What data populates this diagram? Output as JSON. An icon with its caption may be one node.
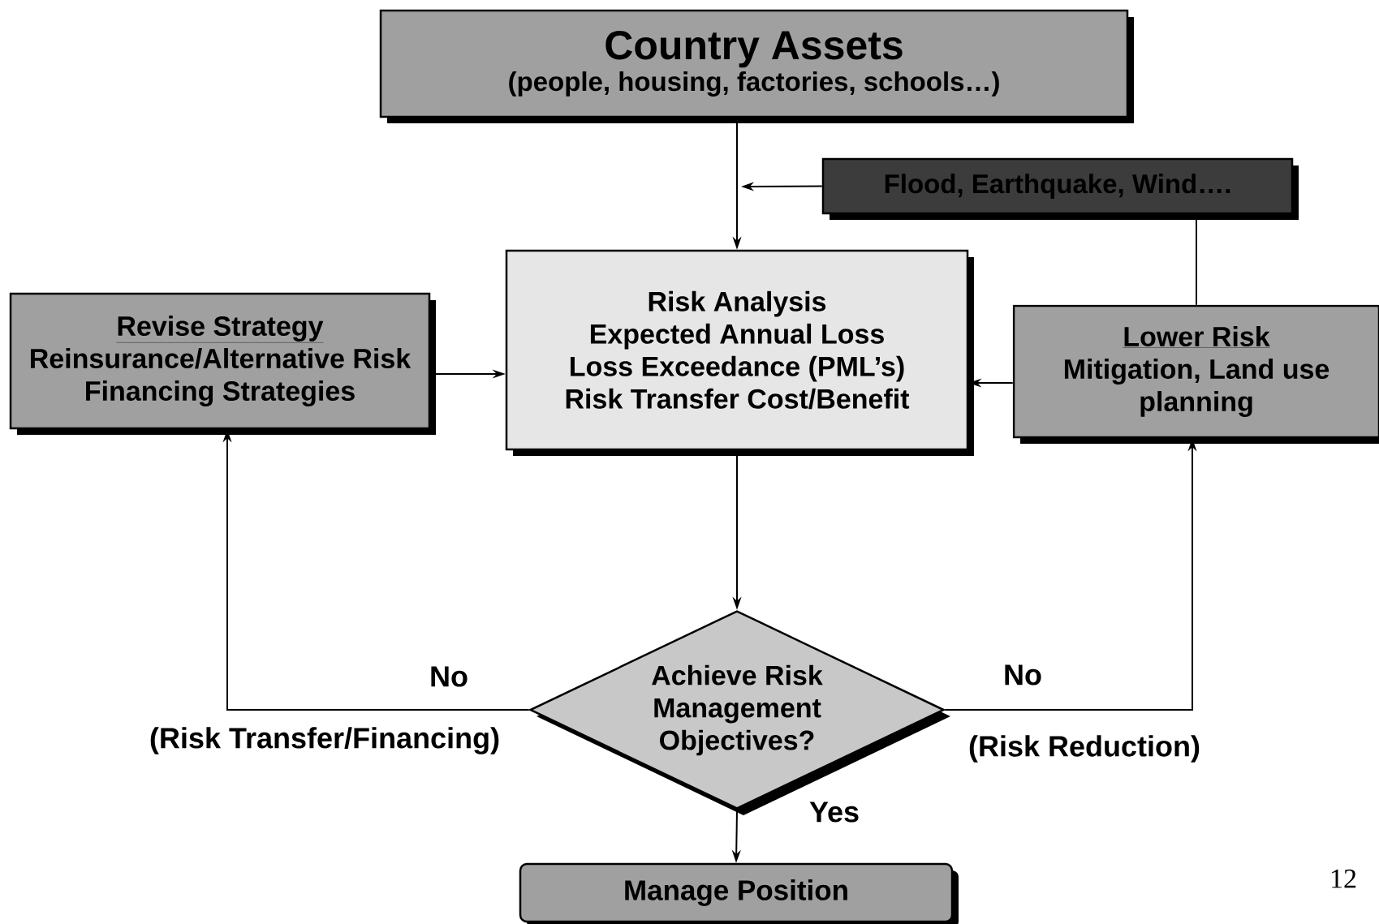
{
  "diagram": {
    "nodes": [
      {
        "text": [
          "Country Assets",
          "(people, housing, factories, schools…)"
        ]
      },
      {
        "text": [
          "Flood, Earthquake, Wind…."
        ]
      },
      {
        "text": [
          "Risk Analysis",
          "Expected Annual Loss",
          "Loss Exceedance (PML’s)",
          "Risk Transfer Cost/Benefit"
        ]
      },
      {
        "text": [
          "Revise Strategy",
          "Reinsurance/Alternative Risk Financing Strategies"
        ]
      },
      {
        "text": [
          "Lower Risk",
          "Mitigation, Land use planning"
        ]
      },
      {
        "text": [
          "Achieve Risk Management Objectives?"
        ]
      },
      {
        "text": [
          "Manage  Position"
        ]
      }
    ],
    "edges": [
      {
        "from": 0,
        "to": 2,
        "arrow": "to"
      },
      {
        "from": 1,
        "to": null,
        "arrow": "to"
      },
      {
        "from": 1,
        "to": 4,
        "arrow": "none"
      },
      {
        "from": 3,
        "to": 2,
        "arrow": "to"
      },
      {
        "from": 4,
        "to": 2,
        "arrow": "to"
      },
      {
        "from": 2,
        "to": 5,
        "arrow": "to"
      },
      {
        "from": 5,
        "to": 3,
        "arrow": "to",
        "label": "No"
      },
      {
        "from": 5,
        "to": 4,
        "arrow": "to",
        "label": "No"
      },
      {
        "from": 5,
        "to": 6,
        "arrow": "to",
        "label": "Yes"
      }
    ],
    "labels": [
      "(Risk Transfer/Financing)",
      "(Risk Reduction)",
      "12"
    ]
  }
}
